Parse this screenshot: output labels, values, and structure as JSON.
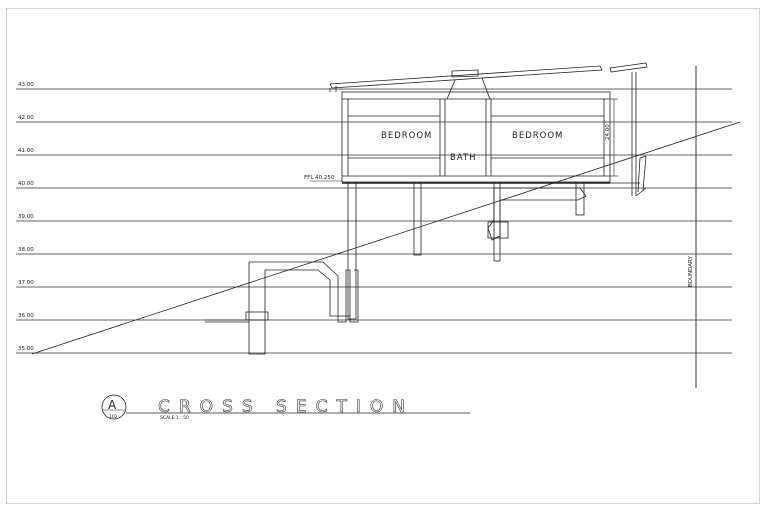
{
  "levels": [
    "43.00",
    "42.00",
    "41.00",
    "40.00",
    "39.00",
    "38.00",
    "37.00",
    "36.00",
    "35.00"
  ],
  "rooms": {
    "bedroom_left": "BEDROOM",
    "bedroom_right": "BEDROOM",
    "bath": "BATH"
  },
  "ffl_label": "FFL 40.250",
  "height_dim": "24.00",
  "boundary_label": "BOUNDARY",
  "title": {
    "marker_letter": "A",
    "marker_sheet": "102",
    "text": "CROSS   SECTION",
    "scale": "SCALE 1 : 50"
  }
}
